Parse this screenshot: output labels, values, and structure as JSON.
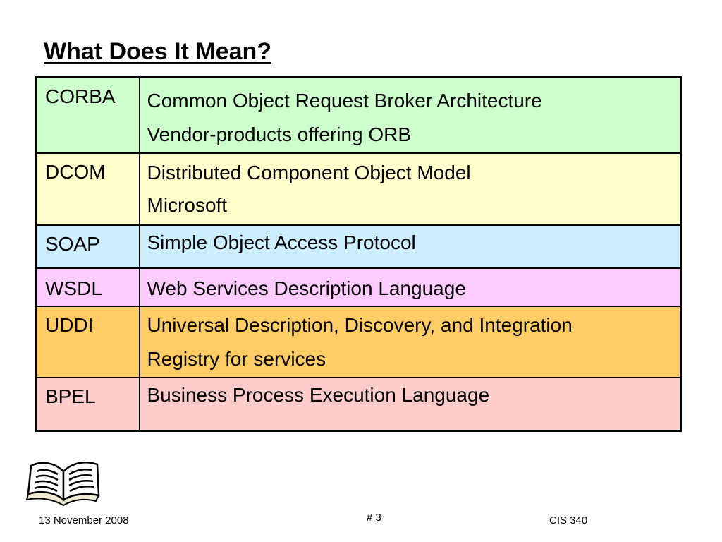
{
  "slide": {
    "title": "What Does It Mean?"
  },
  "table": {
    "rows": [
      {
        "abbr": "CORBA",
        "lines": [
          "Common Object Request Broker Architecture",
          "Vendor-products offering ORB"
        ],
        "color": "#ccffcc"
      },
      {
        "abbr": "DCOM",
        "lines": [
          "Distributed Component Object Model",
          "Microsoft"
        ],
        "color": "#ffffcc"
      },
      {
        "abbr": "SOAP",
        "lines": [
          "Simple Object Access Protocol"
        ],
        "color": "#cceeff"
      },
      {
        "abbr": "WSDL",
        "lines": [
          "Web Services Description Language"
        ],
        "color": "#ffccff"
      },
      {
        "abbr": "UDDI",
        "lines": [
          "Universal Description, Discovery, and Integration",
          "Registry for services"
        ],
        "color": "#ffcc66"
      },
      {
        "abbr": "BPEL",
        "lines": [
          "Business Process Execution Language"
        ],
        "color": "#ffcccc"
      }
    ]
  },
  "icons": {
    "book": "open-book-icon"
  },
  "footer": {
    "date": "13 November 2008",
    "page": "# 3",
    "course": "CIS 340"
  }
}
